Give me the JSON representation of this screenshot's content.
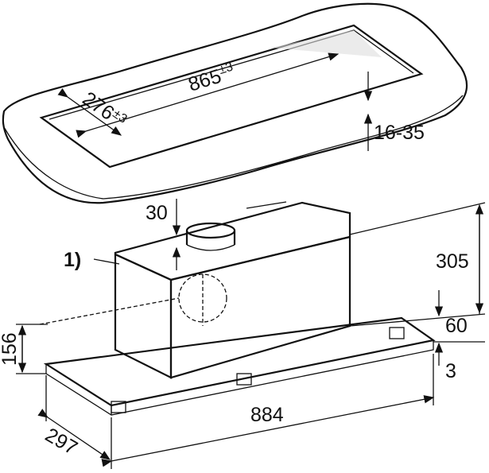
{
  "countertop": {
    "cutout_length": "865",
    "cutout_length_tol": "±3",
    "cutout_depth": "276",
    "cutout_depth_tol": "±3",
    "thickness": "16-35"
  },
  "hood": {
    "duct_offset": "30",
    "note_marker": "1)",
    "total_height": "305",
    "panel_height": "60",
    "bottom_offset": "3",
    "side_height": "156",
    "width": "884",
    "depth": "297"
  }
}
